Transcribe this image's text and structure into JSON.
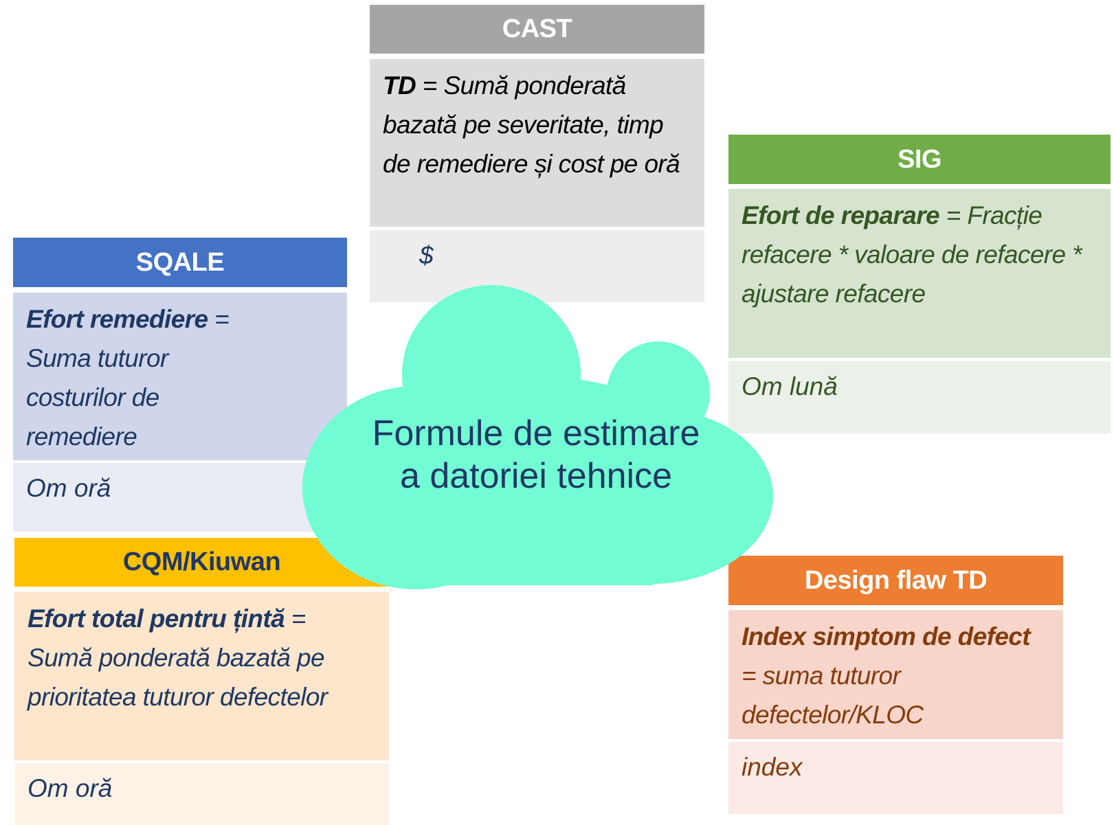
{
  "center": {
    "line1": "Formule de estimare",
    "line2": "a datoriei tehnice",
    "color": "#72fcd4"
  },
  "cards": {
    "cast": {
      "title": "CAST",
      "bold": "TD",
      "rest": " = Sumă ponderată bazată pe severitate, timp de remediere și cost pe oră",
      "unit": "$",
      "colors": {
        "header": "#a5a5a5",
        "body": "#dcdcdc",
        "unit": "#ededed",
        "text": "#000000"
      }
    },
    "sqale": {
      "title": "SQALE",
      "bold": "Efort remediere",
      "rest": " = Suma tuturor costurilor de remediere",
      "unit": "Om oră",
      "colors": {
        "header": "#4472c4",
        "body": "#cfd5ea",
        "unit": "#e9ebf5",
        "text": "#1f3864"
      }
    },
    "cqm": {
      "title": "CQM/Kiuwan",
      "bold": "Efort total pentru țintă",
      "rest": " = Sumă ponderată bazată pe prioritatea tuturor defectelor",
      "unit": "Om oră",
      "colors": {
        "header": "#ffc000",
        "body": "#fde6cc",
        "unit": "#fef2e7",
        "text": "#1f3864"
      }
    },
    "sig": {
      "title": "SIG",
      "bold": "Efort de reparare",
      "rest": " = Fracție refacere * valoare de refacere * ajustare refacere",
      "unit": "Om lună",
      "colors": {
        "header": "#70ad47",
        "body": "#d5e3cf",
        "unit": "#ebf1e9",
        "text": "#375623"
      }
    },
    "design": {
      "title": "Design flaw TD",
      "bold": "Index simptom de defect",
      "rest": "  = suma tuturor defectelor/KLOC",
      "unit": "index",
      "colors": {
        "header": "#ed7d31",
        "body": "#f8d5ca",
        "unit": "#fbe9e5",
        "text": "#843c0c"
      }
    }
  }
}
